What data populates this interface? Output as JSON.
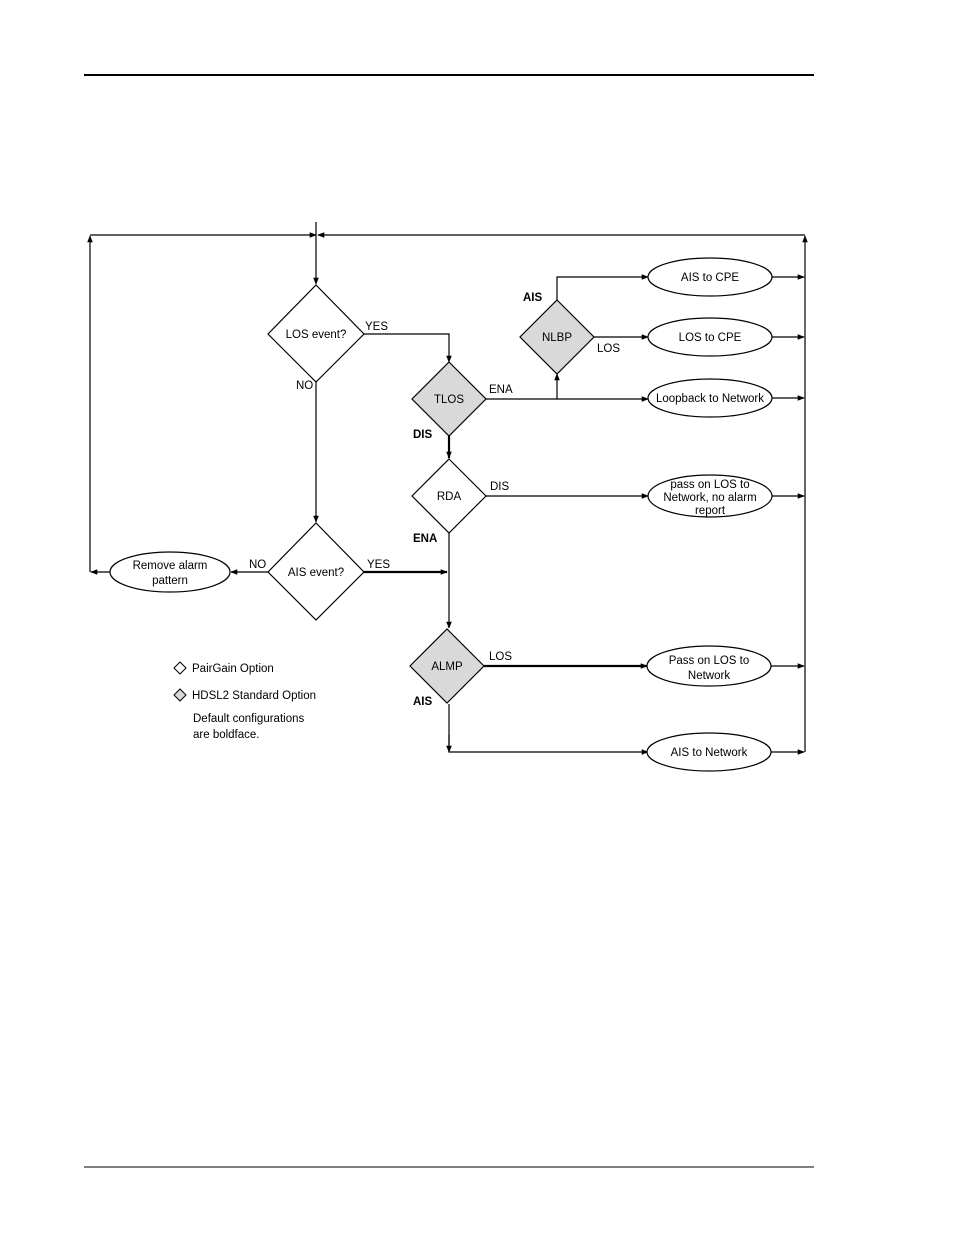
{
  "colors": {
    "white_option": "#ffffff",
    "gray_option": "#d9d9d9",
    "line": "#000000"
  },
  "decisions": {
    "los_event": "LOS event?",
    "ais_event": "AIS event?",
    "tlos": "TLOS",
    "rda": "RDA",
    "almp": "ALMP",
    "nlbp": "NLBP"
  },
  "outcomes": {
    "ais_to_cpe": "AIS to CPE",
    "los_to_cpe": "LOS to CPE",
    "loopback_to_network": "Loopback to Network",
    "pass_on_los_no_alarm": [
      "pass on LOS to",
      "Network, no alarm",
      "report"
    ],
    "pass_on_los_to_network": [
      "Pass on LOS to",
      "Network"
    ],
    "ais_to_network": "AIS to Network",
    "remove_alarm_pattern": [
      "Remove alarm",
      "pattern"
    ]
  },
  "edge_labels": {
    "los_yes": "YES",
    "los_no": "NO",
    "ais_yes": "YES",
    "ais_no": "NO",
    "tlos_ena": "ENA",
    "tlos_dis": "DIS",
    "rda_dis": "DIS",
    "rda_ena": "ENA",
    "almp_los": "LOS",
    "almp_ais": "AIS",
    "nlbp_ais": "AIS",
    "nlbp_los": "LOS"
  },
  "legend": {
    "pairgain": "PairGain Option",
    "hdsl2": "HDSL2 Standard Option",
    "note": [
      "Default configurations",
      "are boldface."
    ]
  }
}
